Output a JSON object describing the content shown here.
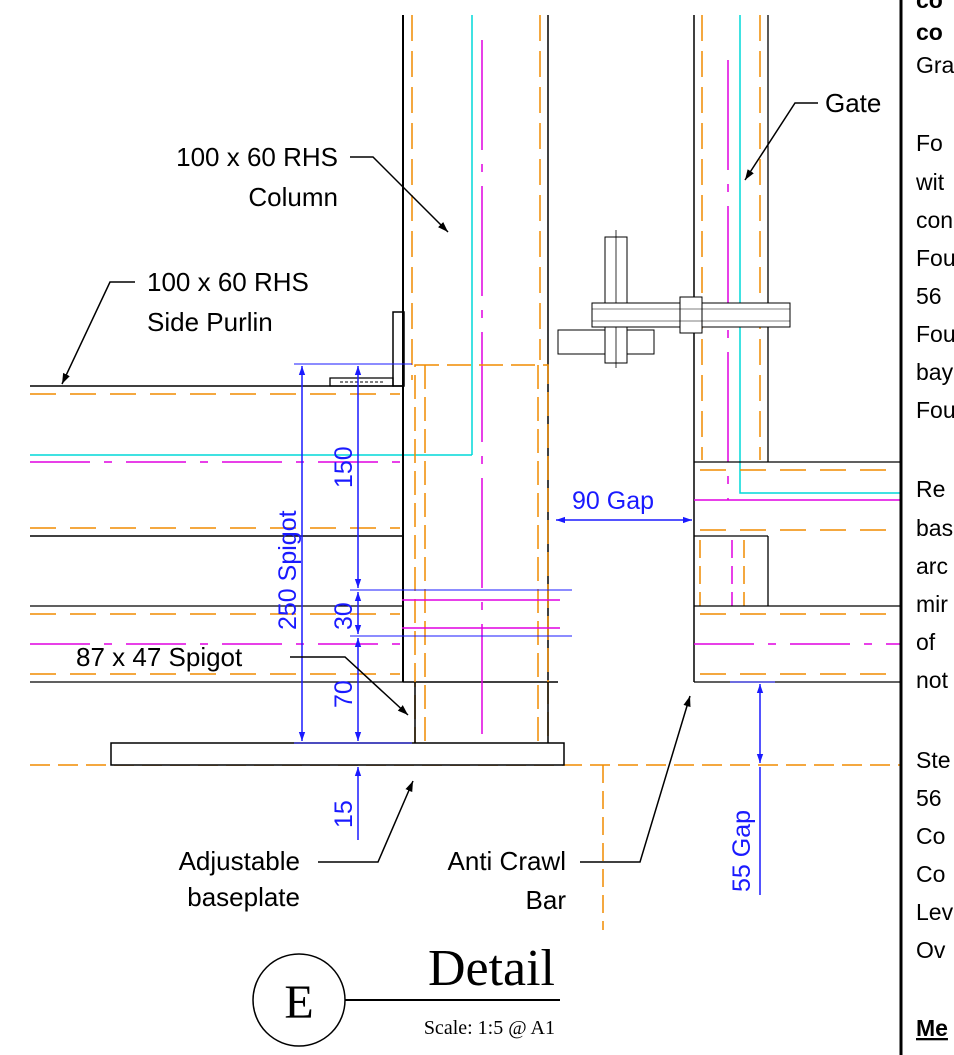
{
  "labels": {
    "gate": "Gate",
    "column_line1": "100 x 60 RHS",
    "column_line2": "Column",
    "purlin_line1": "100 x 60 RHS",
    "purlin_line2": "Side Purlin",
    "spigot_87": "87 x 47 Spigot",
    "baseplate_line1": "Adjustable",
    "baseplate_line2": "baseplate",
    "anticrawl_line1": "Anti Crawl",
    "anticrawl_line2": "Bar"
  },
  "dimensions": {
    "gap_90": "90 Gap",
    "spigot_250": "250 Spigot",
    "d150": "150",
    "d30": "30",
    "d70": "70",
    "d15": "15",
    "gap_55": "55 Gap"
  },
  "title": {
    "letter": "E",
    "name": "Detail",
    "scale": "Scale: 1:5 @ A1"
  },
  "notes_panel": {
    "lines": [
      "co",
      "co",
      "Gra",
      "Fo",
      "wit",
      "con",
      "Fou",
      "56",
      "Fou",
      "bay",
      "Fou",
      "Re",
      "bas",
      "arc",
      "mir",
      "of",
      "not",
      "Ste",
      "56",
      "Co",
      "Co",
      "Lev",
      "Ov",
      "Me"
    ]
  },
  "colors": {
    "steel": "#000000",
    "hidden": "#f08c00",
    "cyan": "#00d8d8",
    "magenta": "#e000e0",
    "dimension": "#1a1aff",
    "warning": "#cc0000"
  }
}
